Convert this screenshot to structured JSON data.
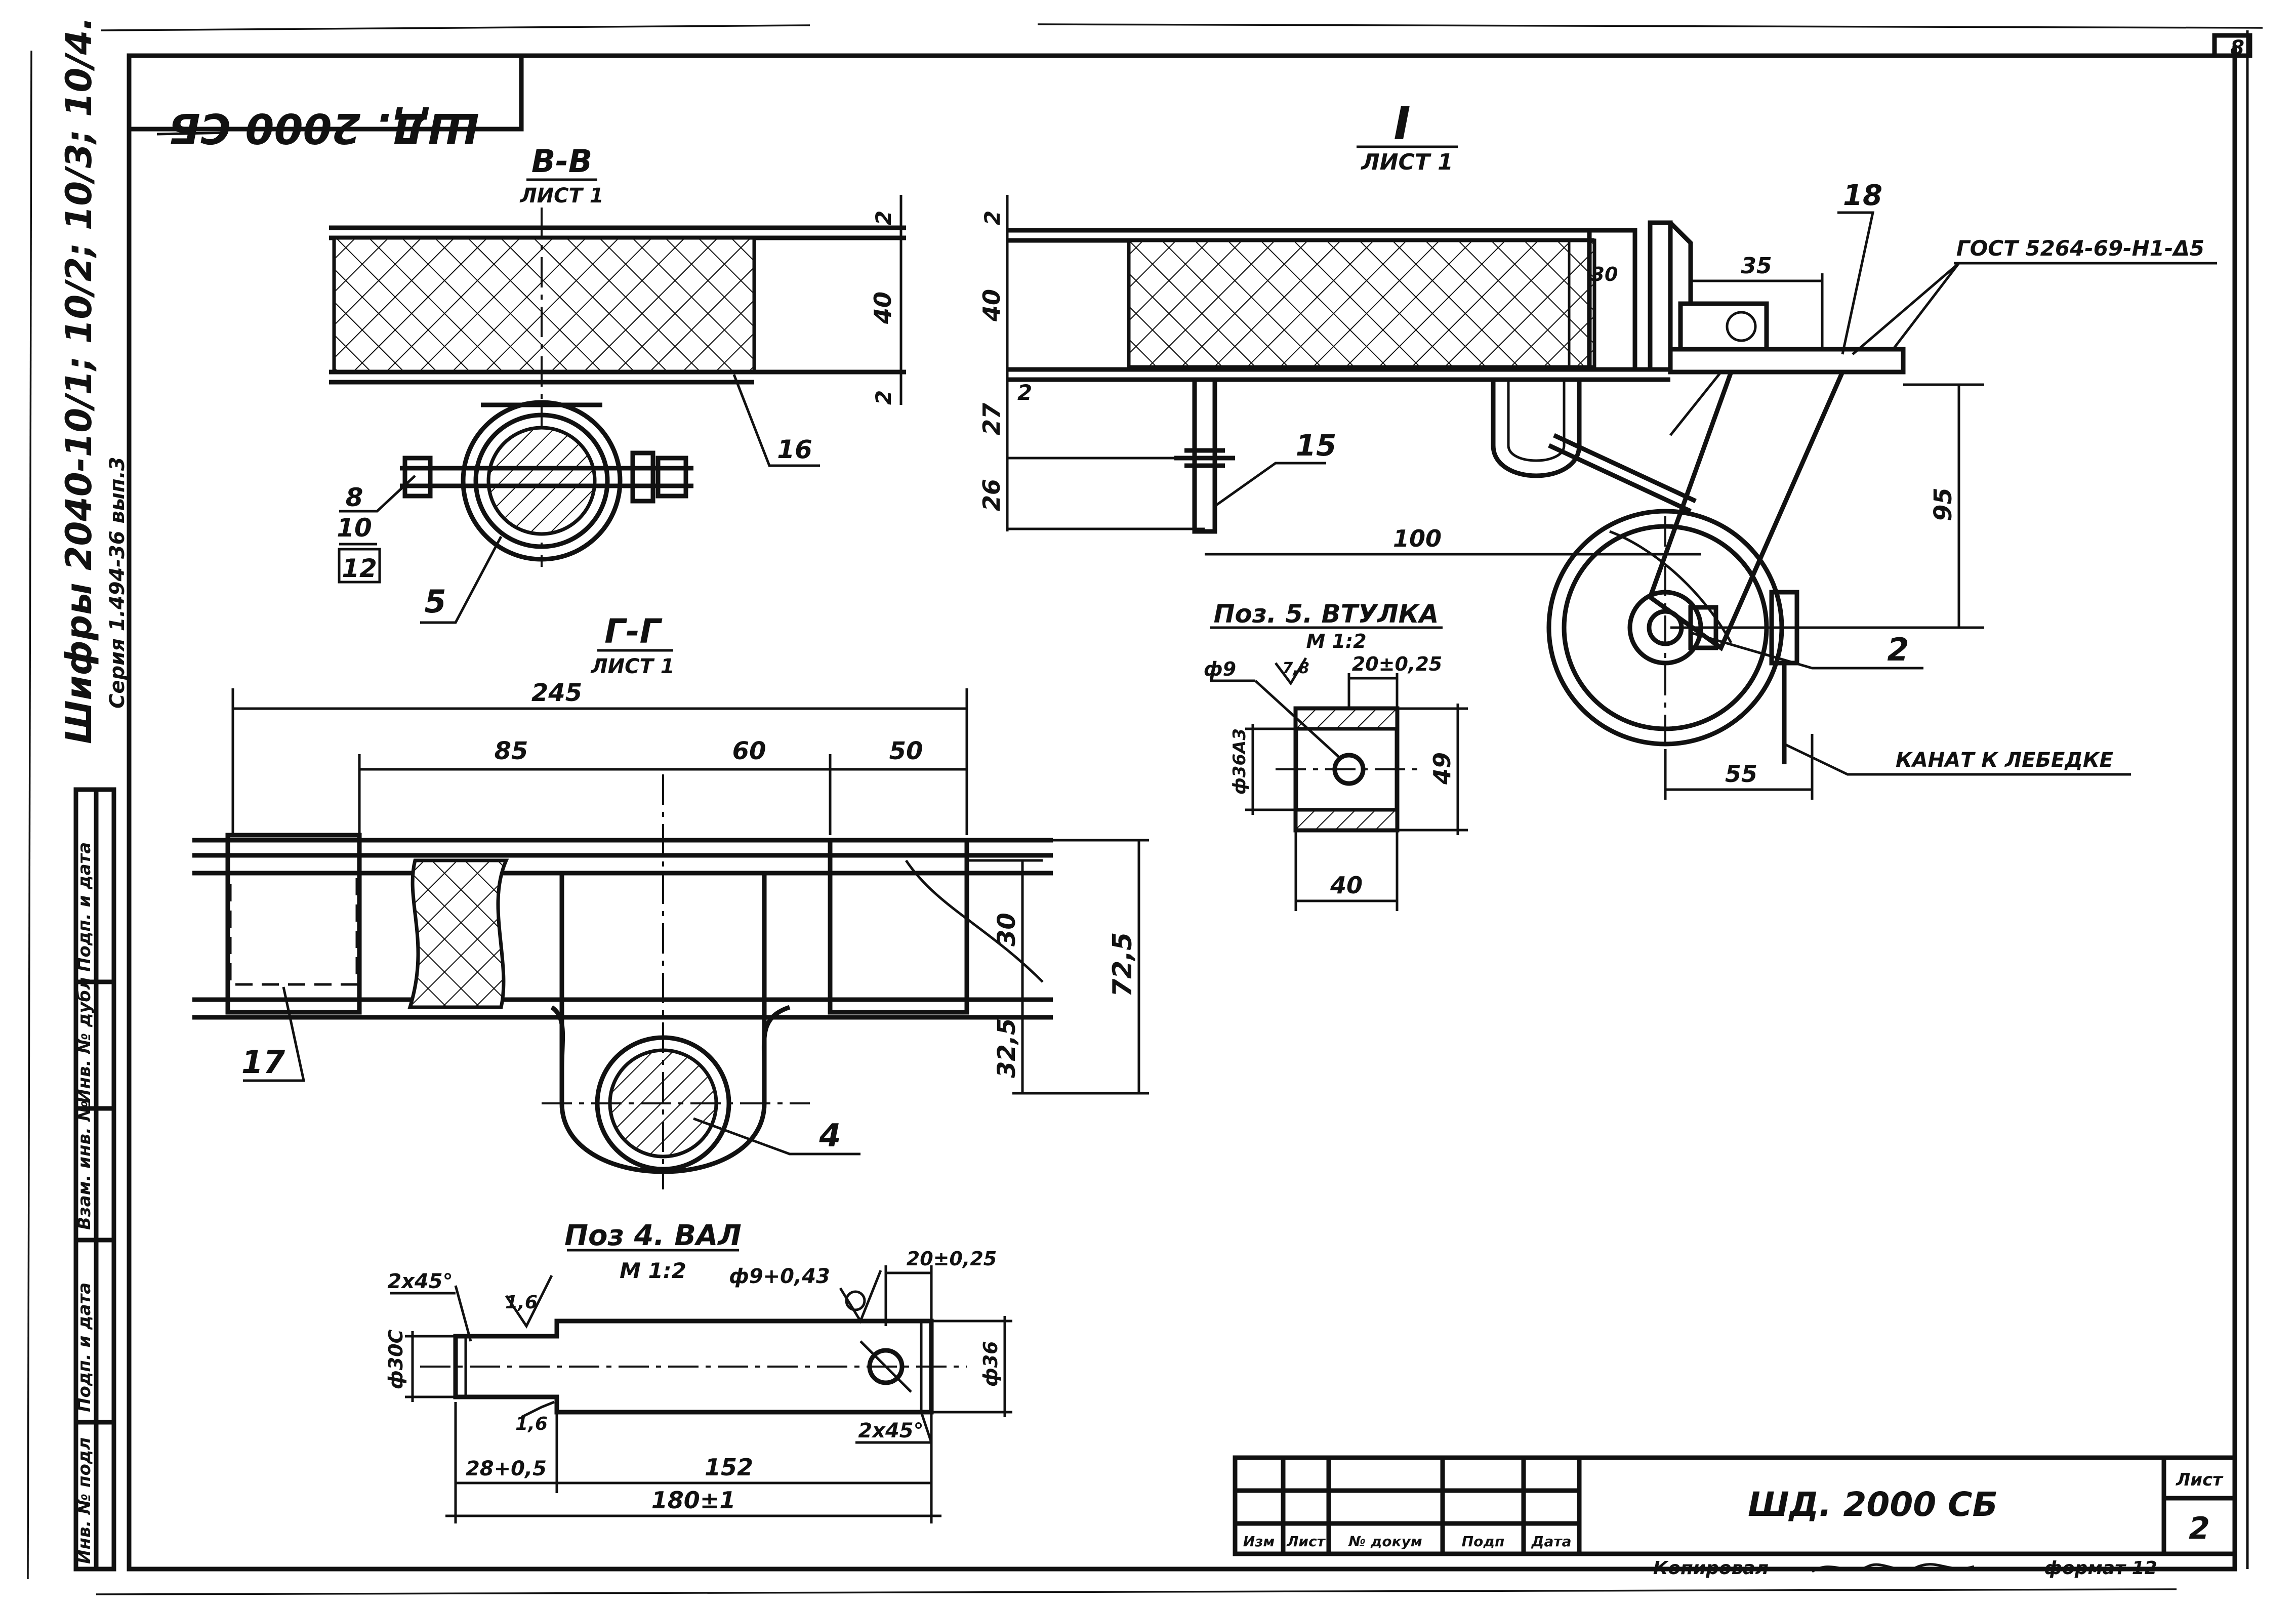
{
  "stamp": {
    "code_mirrored": "ШД. 2000 СБ"
  },
  "sheet_corner": {
    "number": "8"
  },
  "side_notes": {
    "codes": "Шифры 2040-10/1; 10/2; 10/3; 10/4.",
    "series": "Серия 1.494-36 вып.3"
  },
  "left_strip": [
    "Инв. № подл",
    "Подп. и дата",
    "Взам. инв. №",
    "Инв. № дубл",
    "Подп. и дата"
  ],
  "section_bb": {
    "title": "В-В",
    "sub": "ЛИСТ 1",
    "dims": [
      "2",
      "40",
      "2"
    ],
    "callouts": [
      "16",
      "8",
      "10",
      "12",
      "5"
    ]
  },
  "section_gg": {
    "title": "Г-Г",
    "sub": "ЛИСТ 1",
    "dims": [
      "245",
      "85",
      "60",
      "50",
      "30",
      "72,5",
      "32,5"
    ],
    "callouts": [
      "17",
      "4"
    ]
  },
  "view_i": {
    "title": "I",
    "sub": "ЛИСТ 1",
    "dims": [
      "2",
      "40",
      "2",
      "27",
      "26",
      "30",
      "35",
      "100",
      "95",
      "55"
    ],
    "callouts": [
      "18",
      "15",
      "2"
    ],
    "gost": "ГОСТ 5264-69-Н1-Δ5",
    "rope": "КАНАТ К ЛЕБЕДКЕ"
  },
  "bushing": {
    "title": "Поз. 5. ВТУЛКА",
    "scale": "М 1:2",
    "dims": [
      "ф9",
      "7,8",
      "20±0,25",
      "ф36А3",
      "49",
      "40"
    ]
  },
  "shaft": {
    "title": "Поз 4. ВАЛ",
    "scale": "М 1:2",
    "dims": [
      "2х45°",
      "1,6",
      "ф9+0,43",
      "20±0,25",
      "ф30С",
      "ф36",
      "1,6",
      "2х45°",
      "28+0,5",
      "152",
      "180±1"
    ]
  },
  "title_block": {
    "cols": [
      "Изм",
      "Лист",
      "№ докум",
      "Подп",
      "Дата"
    ],
    "code": "ШД. 2000 СБ",
    "sheet_label": "Лист",
    "sheet_no": "2",
    "copied": "Копировал",
    "format": "формат 12"
  },
  "colors": {
    "ink": "#111111",
    "paper": "#ffffff"
  }
}
